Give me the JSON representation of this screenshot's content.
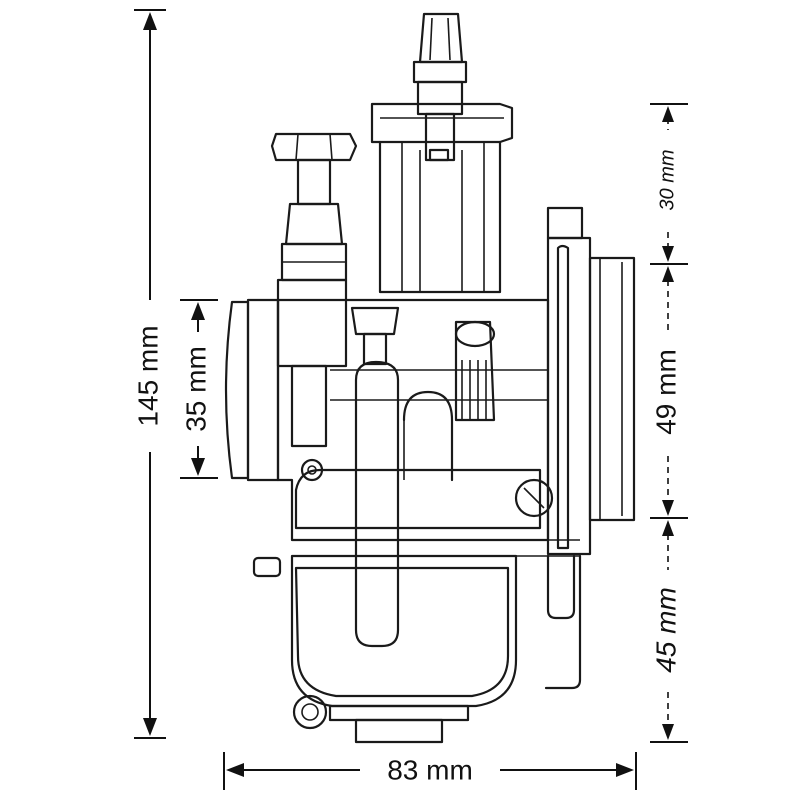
{
  "dimensions": {
    "height_total": "145 mm",
    "inlet_diameter": "35 mm",
    "width": "83 mm",
    "top_section": "30 mm",
    "middle_section": "49 mm",
    "bottom_section": "45 mm"
  }
}
